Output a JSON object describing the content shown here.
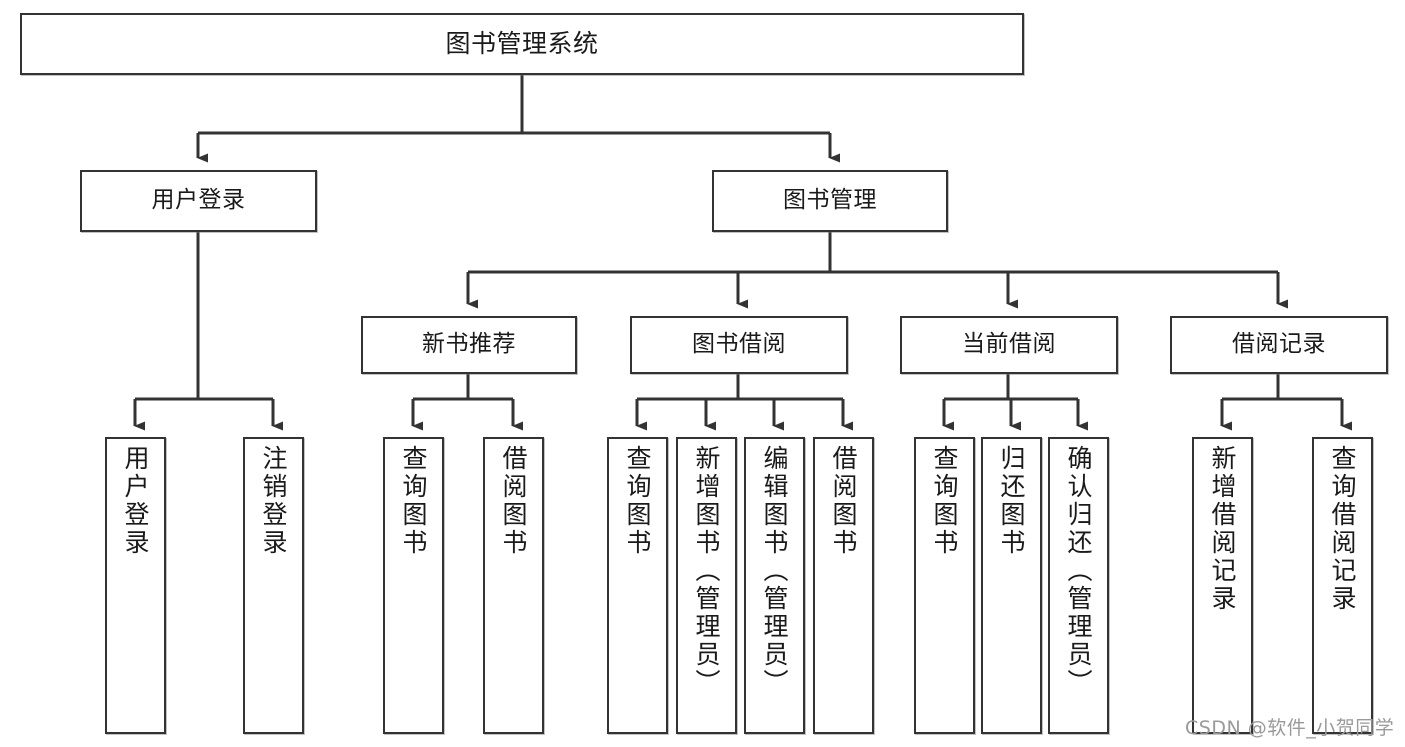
{
  "diagram": {
    "type": "tree",
    "title": "图书管理系统",
    "watermark": "CSDN @软件_小贺同学",
    "colors": {
      "border": "#333333",
      "text": "#1a1a1a",
      "background": "#ffffff",
      "connector": "#333333",
      "watermark": "#9a9a9a"
    },
    "nodes": {
      "root": {
        "label": "图书管理系统",
        "level": 1,
        "orientation": "horizontal"
      },
      "l2_user_login": {
        "label": "用户登录",
        "level": 2,
        "orientation": "horizontal"
      },
      "l2_book_manage": {
        "label": "图书管理",
        "level": 2,
        "orientation": "horizontal"
      },
      "l3_new_book_rec": {
        "label": "新书推荐",
        "level": 3,
        "orientation": "horizontal"
      },
      "l3_book_borrow": {
        "label": "图书借阅",
        "level": 3,
        "orientation": "horizontal"
      },
      "l3_current_borrow": {
        "label": "当前借阅",
        "level": 3,
        "orientation": "horizontal"
      },
      "l3_borrow_record": {
        "label": "借阅记录",
        "level": 3,
        "orientation": "horizontal"
      },
      "leaf_user_login": {
        "label": "用户登录",
        "level": 4,
        "orientation": "vertical",
        "parent": "l2_user_login"
      },
      "leaf_logout": {
        "label": "注销登录",
        "level": 4,
        "orientation": "vertical",
        "parent": "l2_user_login"
      },
      "leaf_rec_query": {
        "label": "查询图书",
        "level": 4,
        "orientation": "vertical",
        "parent": "l3_new_book_rec"
      },
      "leaf_rec_borrow": {
        "label": "借阅图书",
        "level": 4,
        "orientation": "vertical",
        "parent": "l3_new_book_rec"
      },
      "leaf_bb_query": {
        "label": "查询图书",
        "level": 4,
        "orientation": "vertical",
        "parent": "l3_book_borrow"
      },
      "leaf_bb_add": {
        "label": "新增图书（管理员）",
        "level": 4,
        "orientation": "vertical",
        "parent": "l3_book_borrow"
      },
      "leaf_bb_edit": {
        "label": "编辑图书（管理员）",
        "level": 4,
        "orientation": "vertical",
        "parent": "l3_book_borrow"
      },
      "leaf_bb_borrow": {
        "label": "借阅图书",
        "level": 4,
        "orientation": "vertical",
        "parent": "l3_book_borrow"
      },
      "leaf_cb_query": {
        "label": "查询图书",
        "level": 4,
        "orientation": "vertical",
        "parent": "l3_current_borrow"
      },
      "leaf_cb_return": {
        "label": "归还图书",
        "level": 4,
        "orientation": "vertical",
        "parent": "l3_current_borrow"
      },
      "leaf_cb_confirm": {
        "label": "确认归还（管理员）",
        "level": 4,
        "orientation": "vertical",
        "parent": "l3_current_borrow"
      },
      "leaf_br_add": {
        "label": "新增借阅记录",
        "level": 4,
        "orientation": "vertical",
        "parent": "l3_borrow_record"
      },
      "leaf_br_query": {
        "label": "查询借阅记录",
        "level": 4,
        "orientation": "vertical",
        "parent": "l3_borrow_record"
      }
    },
    "edges": [
      {
        "from": "root",
        "to": "l2_user_login"
      },
      {
        "from": "root",
        "to": "l2_book_manage"
      },
      {
        "from": "l2_book_manage",
        "to": "l3_new_book_rec"
      },
      {
        "from": "l2_book_manage",
        "to": "l3_book_borrow"
      },
      {
        "from": "l2_book_manage",
        "to": "l3_current_borrow"
      },
      {
        "from": "l2_book_manage",
        "to": "l3_borrow_record"
      },
      {
        "from": "l2_user_login",
        "to": "leaf_user_login"
      },
      {
        "from": "l2_user_login",
        "to": "leaf_logout"
      },
      {
        "from": "l3_new_book_rec",
        "to": "leaf_rec_query"
      },
      {
        "from": "l3_new_book_rec",
        "to": "leaf_rec_borrow"
      },
      {
        "from": "l3_book_borrow",
        "to": "leaf_bb_query"
      },
      {
        "from": "l3_book_borrow",
        "to": "leaf_bb_add"
      },
      {
        "from": "l3_book_borrow",
        "to": "leaf_bb_edit"
      },
      {
        "from": "l3_book_borrow",
        "to": "leaf_bb_borrow"
      },
      {
        "from": "l3_current_borrow",
        "to": "leaf_cb_query"
      },
      {
        "from": "l3_current_borrow",
        "to": "leaf_cb_return"
      },
      {
        "from": "l3_current_borrow",
        "to": "leaf_cb_confirm"
      },
      {
        "from": "l3_borrow_record",
        "to": "leaf_br_add"
      },
      {
        "from": "l3_borrow_record",
        "to": "leaf_br_query"
      }
    ]
  }
}
